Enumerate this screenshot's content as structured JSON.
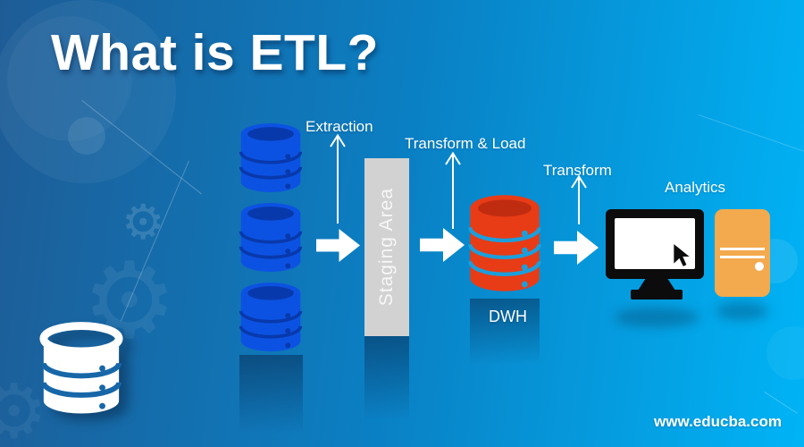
{
  "title": "What is ETL?",
  "watermark": "www.educba.com",
  "diagram": {
    "source_database_count": 3,
    "staging_label": "Staging Area",
    "warehouse_label": "DWH",
    "analytics_label": "Analytics",
    "arrows": {
      "extraction": "Extraction",
      "transform_load": "Transform & Load",
      "transform": "Transform"
    }
  },
  "colors": {
    "bg_left": "#1E5C96",
    "bg_mid": "#0A80C4",
    "bg_right": "#00B4F6",
    "text": "#FFFFFF",
    "arrow": "#FFFFFF",
    "source_db": "#0C52E2",
    "source_db_accent": "#0839AC",
    "warehouse_db": "#E83C16",
    "warehouse_db_accent": "#C02C10",
    "gap_showthrough": "#1B9FDC",
    "staging_box": "#D2D2D2",
    "monitor": "#0C0C0C",
    "tower": "#F3A94D",
    "watermark_db": "#FFFFFF",
    "watermark_db_gap": "#1767A8"
  }
}
